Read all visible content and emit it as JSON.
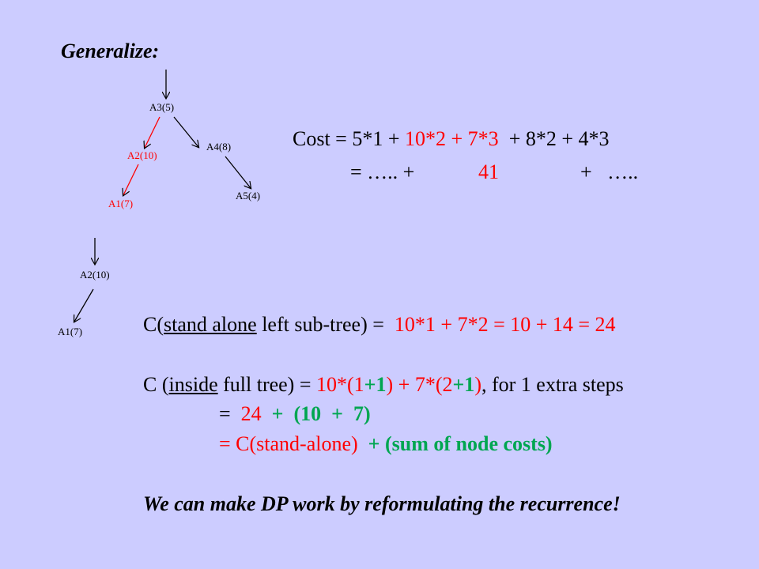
{
  "title": "Generalize:",
  "tree_full": {
    "root": "A3(5)",
    "left": "A2(10)",
    "left_left": "A1(7)",
    "right": "A4(8)",
    "right_right": "A5(4)"
  },
  "tree_sub": {
    "root": "A2(10)",
    "left": "A1(7)"
  },
  "cost_line1": {
    "prefix": "Cost = 5*1 + ",
    "red": "10*2 + 7*3",
    "suffix": "  + 8*2 + 4*3"
  },
  "cost_line2": {
    "prefix": "= ….. +",
    "red": "41",
    "suffix": "+   ….."
  },
  "standalone": {
    "prefix": "C(",
    "underlined": "stand alone",
    "middle": " left sub-tree) =  ",
    "red": "10*1 + 7*2 = 10 + 14 = 24"
  },
  "inside": {
    "prefix": "C (",
    "underlined": "inside",
    "middle": " full tree) = ",
    "red_a": "10*(1",
    "green_a": "+1",
    "red_b": ") + 7*(2",
    "green_b": "+1",
    "red_c": ")",
    "suffix": ", for 1 extra steps"
  },
  "eq1": {
    "prefix": "= ",
    "red": " 24  ",
    "green": "+  (10  +  7)"
  },
  "eq2": {
    "red": "= C(stand-alone)  ",
    "green": "+ (sum of node costs)"
  },
  "conclusion": "We can make DP work by reformulating the recurrence!",
  "colors": {
    "background": "#ccccff",
    "red": "#ff0000",
    "green": "#00a651",
    "text": "#000000"
  }
}
